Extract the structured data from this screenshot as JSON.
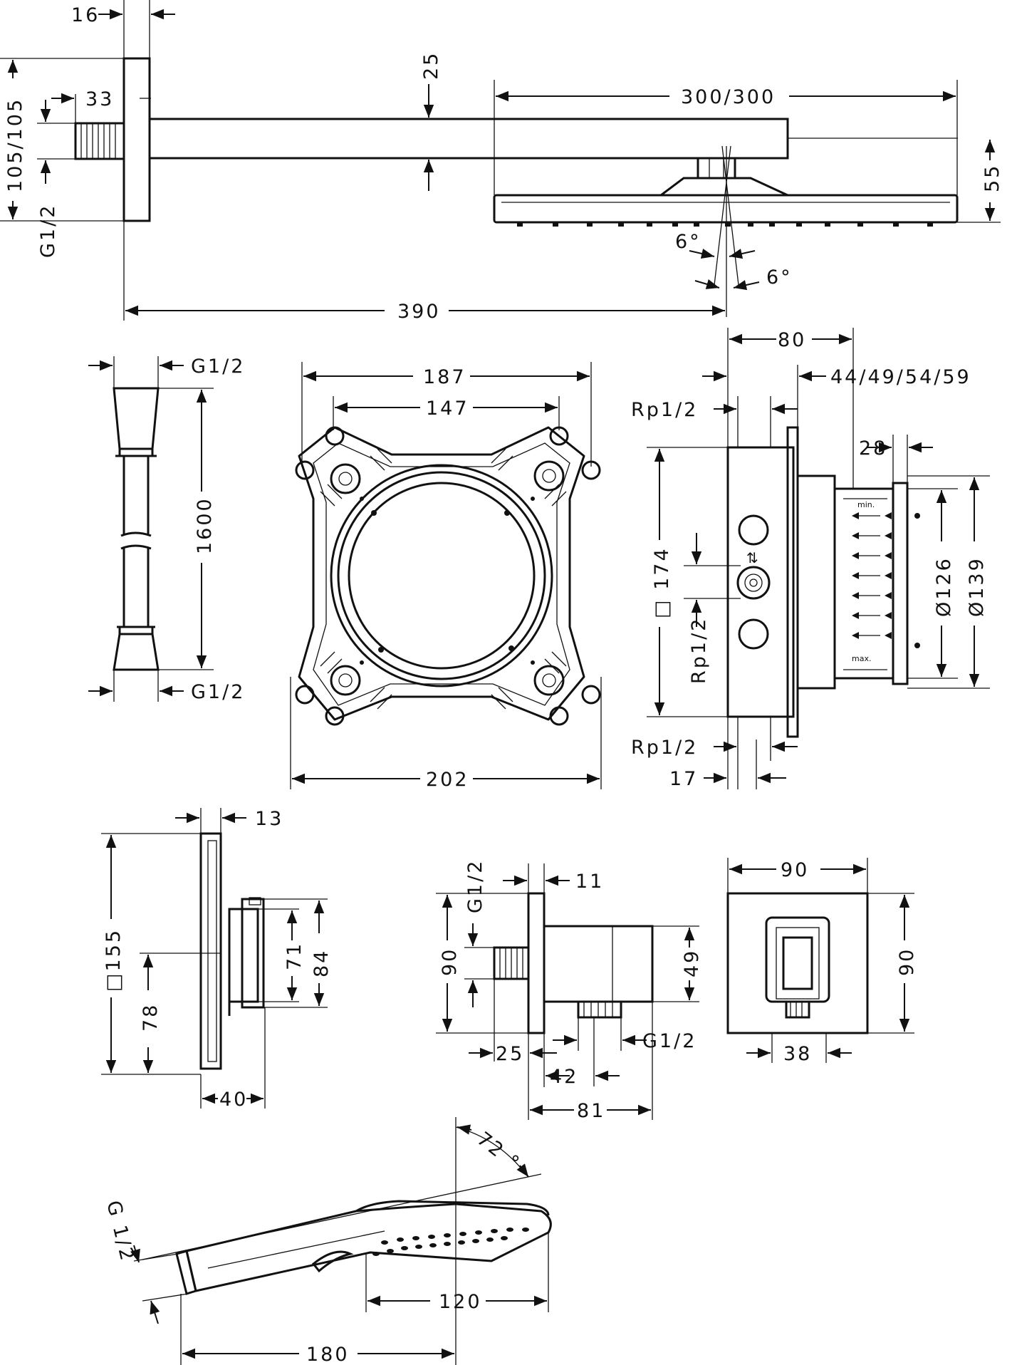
{
  "dimensions": {
    "arm_top_16": "16",
    "arm_height_25": "25",
    "arm_thread_33": "33",
    "arm_pitch_105": "105/105",
    "arm_thread_g": "G1/2",
    "head_width": "300/300",
    "head_height": "55",
    "tilt_a": "6°",
    "tilt_b": "6°",
    "arm_length": "390",
    "hose_thread_top": "G1/2",
    "hose_length": "1600",
    "hose_thread_bottom": "G1/2",
    "box_outer": "187",
    "box_holes": "147",
    "box_width": "202",
    "valve_depth": "80",
    "valve_ext": "44/49/54/59",
    "valve_port_top": "Rp1/2",
    "valve_trim": "28",
    "valve_square": "□ 174",
    "valve_port_side": "Rp1/2",
    "valve_d126": "Ø126",
    "valve_d139": "Ø139",
    "valve_port_bottom": "Rp1/2",
    "valve_17": "17",
    "valve_min": "min.",
    "valve_max": "max.",
    "plate_13": "13",
    "plate_square": "□155",
    "plate_78": "78",
    "plate_71": "71",
    "plate_84": "84",
    "plate_40": "40",
    "elbow_thread": "G1/2",
    "elbow_11": "11",
    "elbow_90": "90",
    "elbow_49": "49",
    "elbow_25": "25",
    "elbow_g_out": "G1/2",
    "elbow_42": "42",
    "elbow_81": "81",
    "front_90_w": "90",
    "front_90_h": "90",
    "front_38": "38",
    "hand_angle": "72 °",
    "hand_thread": "G 1/2",
    "hand_120": "120",
    "hand_180": "180"
  }
}
